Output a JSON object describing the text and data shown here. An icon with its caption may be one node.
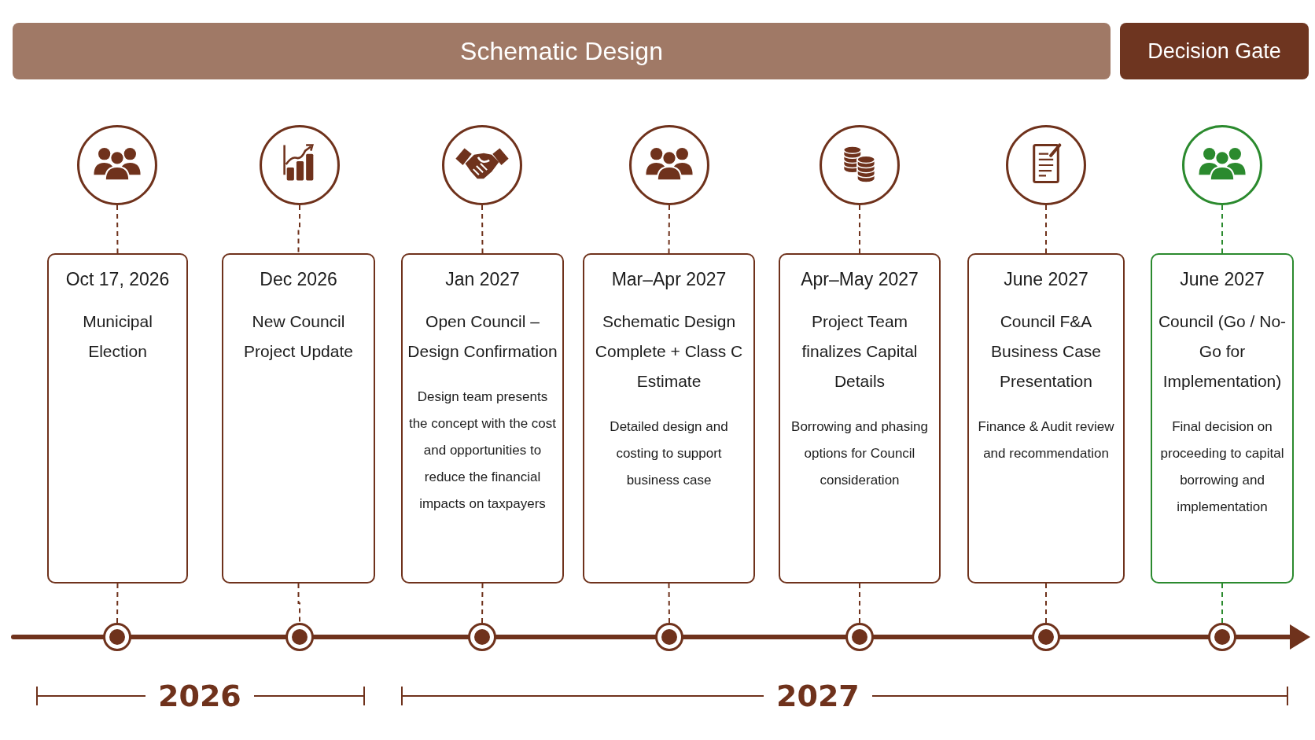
{
  "diagram": {
    "nodes": [
      {
        "text": [
          "Schematic Design"
        ]
      },
      {
        "text": [
          "Decision Gate"
        ]
      },
      {
        "text": [],
        "shape": "circle"
      },
      {
        "text": [],
        "shape": "circle"
      },
      {
        "text": [],
        "shape": "circle"
      },
      {
        "text": [],
        "shape": "circle"
      },
      {
        "text": [],
        "shape": "circle"
      },
      {
        "text": [],
        "shape": "circle"
      },
      {
        "text": [],
        "shape": "circle"
      },
      {
        "text": [
          "Oct 17, 2026",
          "Municipal Election"
        ]
      },
      {
        "text": [
          "Dec 2026",
          "New Council Project Update"
        ]
      },
      {
        "text": [
          "Jan 2027",
          "Open Council – Design Confirmation",
          "Design team presents the concept with the cost and opportunities to reduce the financial impacts on taxpayers"
        ]
      },
      {
        "text": [
          "Mar–Apr 2027",
          "Schematic Design Complete + Class C Estimate",
          "Detailed design and costing to support business case"
        ]
      },
      {
        "text": [
          "Apr–May 2027",
          "Project Team finalizes Capital Details",
          "Borrowing and phasing options for Council consideration"
        ]
      },
      {
        "text": [
          "June 2027",
          "Council F&A Business Case Presentation",
          "Finance & Audit review and recommendation"
        ]
      },
      {
        "text": [
          "June 2027",
          "Council (Go / No-Go for Implementation)",
          "Final decision on proceeding to capital borrowing and implementation"
        ]
      },
      {
        "text": [],
        "shape": "circle"
      },
      {
        "text": [],
        "shape": "circle"
      },
      {
        "text": [],
        "shape": "circle"
      },
      {
        "text": [],
        "shape": "circle"
      },
      {
        "text": [],
        "shape": "circle"
      },
      {
        "text": [],
        "shape": "circle"
      },
      {
        "text": [],
        "shape": "circle"
      }
    ],
    "edges": [
      {
        "from": 2,
        "to": 9,
        "arrow": "none",
        "style": "dashed"
      },
      {
        "from": 9,
        "to": 16,
        "arrow": "none",
        "style": "dashed"
      },
      {
        "from": 3,
        "to": 10,
        "arrow": "none",
        "style": "dashed"
      },
      {
        "from": 10,
        "to": 17,
        "arrow": "none",
        "style": "dashed"
      },
      {
        "from": 4,
        "to": 11,
        "arrow": "none",
        "style": "dashed"
      },
      {
        "from": 11,
        "to": 18,
        "arrow": "none",
        "style": "dashed"
      },
      {
        "from": 5,
        "to": 12,
        "arrow": "none",
        "style": "dashed"
      },
      {
        "from": 12,
        "to": 19,
        "arrow": "none",
        "style": "dashed"
      },
      {
        "from": 6,
        "to": 13,
        "arrow": "none",
        "style": "dashed"
      },
      {
        "from": 13,
        "to": 20,
        "arrow": "none",
        "style": "dashed"
      },
      {
        "from": 7,
        "to": 14,
        "arrow": "none",
        "style": "dashed"
      },
      {
        "from": 14,
        "to": 21,
        "arrow": "none",
        "style": "dashed"
      },
      {
        "from": 8,
        "to": 15,
        "arrow": "none",
        "style": "dashed",
        "color": "#2b8a2e"
      },
      {
        "from": 15,
        "to": 22,
        "arrow": "none",
        "style": "dashed",
        "color": "#2b8a2e"
      }
    ],
    "labels": [
      "2026",
      "2027"
    ]
  }
}
